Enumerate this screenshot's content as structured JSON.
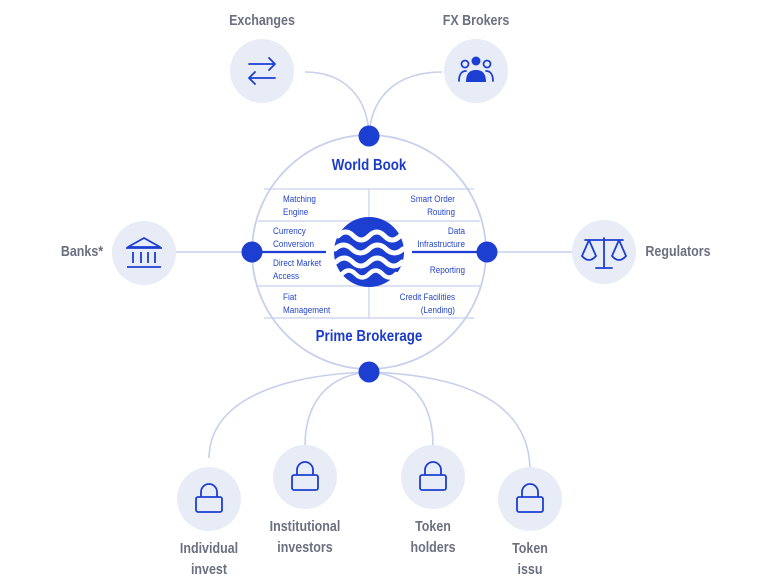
{
  "colors": {
    "accent": "#1d3fd1",
    "line": "#c6d0ec",
    "node_fill": "#e8ecf7",
    "label": "#6b7080"
  },
  "top_nodes": [
    {
      "label": "Exchanges",
      "icon": "arrows-exchange-icon"
    },
    {
      "label": "FX Brokers",
      "icon": "people-group-icon"
    }
  ],
  "side_nodes": [
    {
      "label": "Banks*",
      "icon": "bank-building-icon"
    },
    {
      "label": "Regulators",
      "icon": "scales-icon"
    }
  ],
  "hub": {
    "top_title": "World Book",
    "bottom_title": "Prime Brokerage",
    "logo": "waves-logo",
    "features_left": [
      "Matching\nEngine",
      "Currency\nConversion",
      "Direct Market\nAccess",
      "Fiat\nManagement"
    ],
    "features_right": [
      "Smart Order\nRouting",
      "Data\nInfrastructure",
      "Reporting",
      "Credit Facilities\n(Lending)"
    ]
  },
  "bottom_nodes": [
    {
      "label": "Individual\ninvest",
      "icon": "lock-icon"
    },
    {
      "label": "Institutional\ninvestors",
      "icon": "lock-icon"
    },
    {
      "label": "Token\nholders",
      "icon": "lock-icon"
    },
    {
      "label": "Token\nissu",
      "icon": "lock-icon"
    }
  ]
}
